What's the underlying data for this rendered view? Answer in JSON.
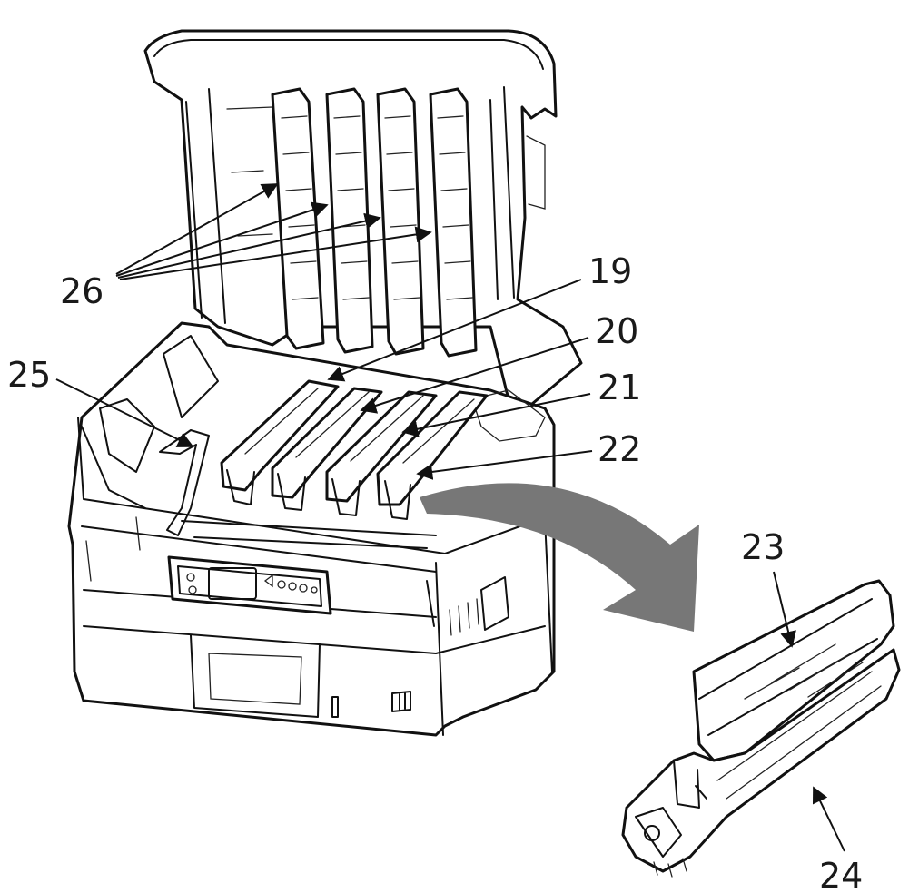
{
  "colors": {
    "line": "#111111",
    "paper": "#ffffff",
    "arrow_fill": "#777777"
  },
  "callouts": [
    {
      "id": "19",
      "label": "19"
    },
    {
      "id": "20",
      "label": "20"
    },
    {
      "id": "21",
      "label": "21"
    },
    {
      "id": "22",
      "label": "22"
    },
    {
      "id": "23",
      "label": "23"
    },
    {
      "id": "24",
      "label": "24"
    },
    {
      "id": "25",
      "label": "25"
    },
    {
      "id": "26",
      "label": "26"
    }
  ]
}
